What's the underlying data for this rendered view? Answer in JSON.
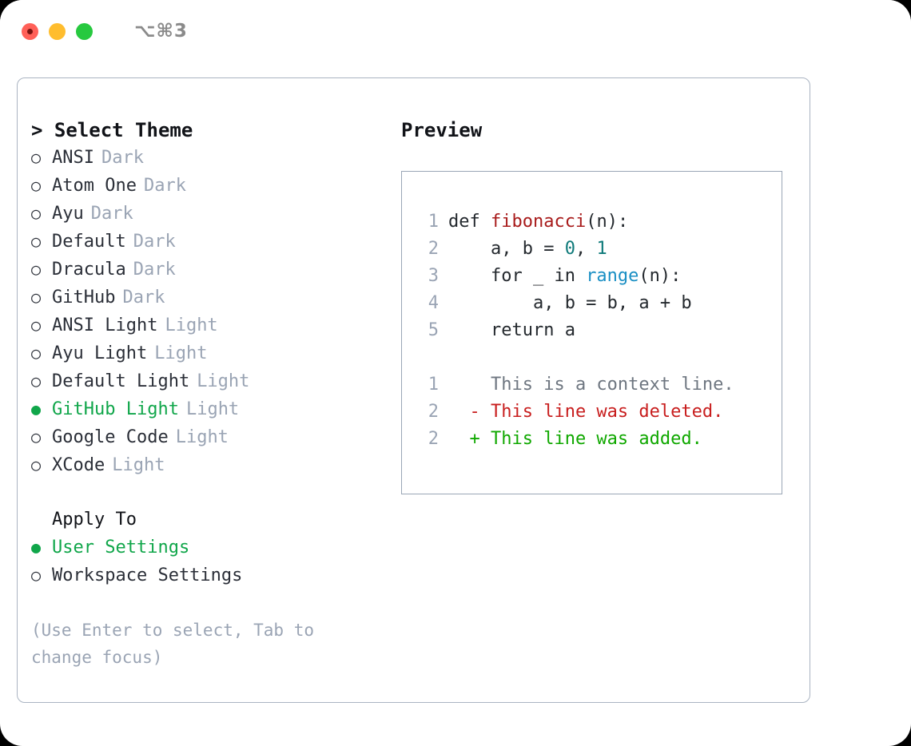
{
  "titlebar": {
    "shortcut": "⌥⌘3",
    "lights": [
      "close-light",
      "minimize-light",
      "zoom-light"
    ]
  },
  "theme_picker": {
    "heading": "> Select Theme",
    "heading_marker": ">",
    "heading_text": "Select Theme",
    "bullet_unselected": "○",
    "bullet_selected": "●",
    "items": [
      {
        "name": "ANSI",
        "tag": "Dark",
        "selected": false
      },
      {
        "name": "Atom One",
        "tag": "Dark",
        "selected": false
      },
      {
        "name": "Ayu",
        "tag": "Dark",
        "selected": false
      },
      {
        "name": "Default",
        "tag": "Dark",
        "selected": false
      },
      {
        "name": "Dracula",
        "tag": "Dark",
        "selected": false
      },
      {
        "name": "GitHub",
        "tag": "Dark",
        "selected": false
      },
      {
        "name": "ANSI Light",
        "tag": "Light",
        "selected": false
      },
      {
        "name": "Ayu Light",
        "tag": "Light",
        "selected": false
      },
      {
        "name": "Default Light",
        "tag": "Light",
        "selected": false
      },
      {
        "name": "GitHub Light",
        "tag": "Light",
        "selected": true
      },
      {
        "name": "Google Code",
        "tag": "Light",
        "selected": false
      },
      {
        "name": "XCode",
        "tag": "Light",
        "selected": false
      }
    ]
  },
  "apply_to": {
    "heading": "Apply To",
    "items": [
      {
        "name": "User Settings",
        "selected": true
      },
      {
        "name": "Workspace Settings",
        "selected": false
      }
    ]
  },
  "hint": "(Use Enter to select, Tab to change focus)",
  "preview": {
    "title": "Preview",
    "code_lines": [
      {
        "no": "1",
        "tokens": [
          {
            "t": "def ",
            "c": "plain"
          },
          {
            "t": "fibonacci",
            "c": "fn"
          },
          {
            "t": "(n):",
            "c": "plain"
          }
        ]
      },
      {
        "no": "2",
        "tokens": [
          {
            "t": "    a, b = ",
            "c": "plain"
          },
          {
            "t": "0",
            "c": "num"
          },
          {
            "t": ", ",
            "c": "plain"
          },
          {
            "t": "1",
            "c": "num"
          }
        ]
      },
      {
        "no": "3",
        "tokens": [
          {
            "t": "    for _ in ",
            "c": "plain"
          },
          {
            "t": "range",
            "c": "call"
          },
          {
            "t": "(n):",
            "c": "plain"
          }
        ]
      },
      {
        "no": "4",
        "tokens": [
          {
            "t": "        a, b = b, a + b",
            "c": "plain"
          }
        ]
      },
      {
        "no": "5",
        "tokens": [
          {
            "t": "    return a",
            "c": "plain"
          }
        ]
      }
    ],
    "diff_lines": [
      {
        "no": "1",
        "marker": " ",
        "text": "This is a context line.",
        "kind": "ctx"
      },
      {
        "no": "2",
        "marker": "-",
        "text": "This line was deleted.",
        "kind": "del"
      },
      {
        "no": "2",
        "marker": "+",
        "text": "This line was added.",
        "kind": "add"
      }
    ]
  },
  "colors": {
    "accent_green": "#10a64a",
    "muted_gray": "#9aa4b4",
    "panel_border": "#aab4c2",
    "preview_border": "#9aa6b6",
    "text": "#2b2f38",
    "syntax_function": "#a81b1b",
    "syntax_number": "#0f7a7a",
    "syntax_call": "#1a8fc4",
    "diff_deleted": "#c81e1e",
    "diff_added": "#10a800",
    "light_red": "#ff6058",
    "light_yellow": "#ffbd2e",
    "light_green": "#27c93f"
  }
}
